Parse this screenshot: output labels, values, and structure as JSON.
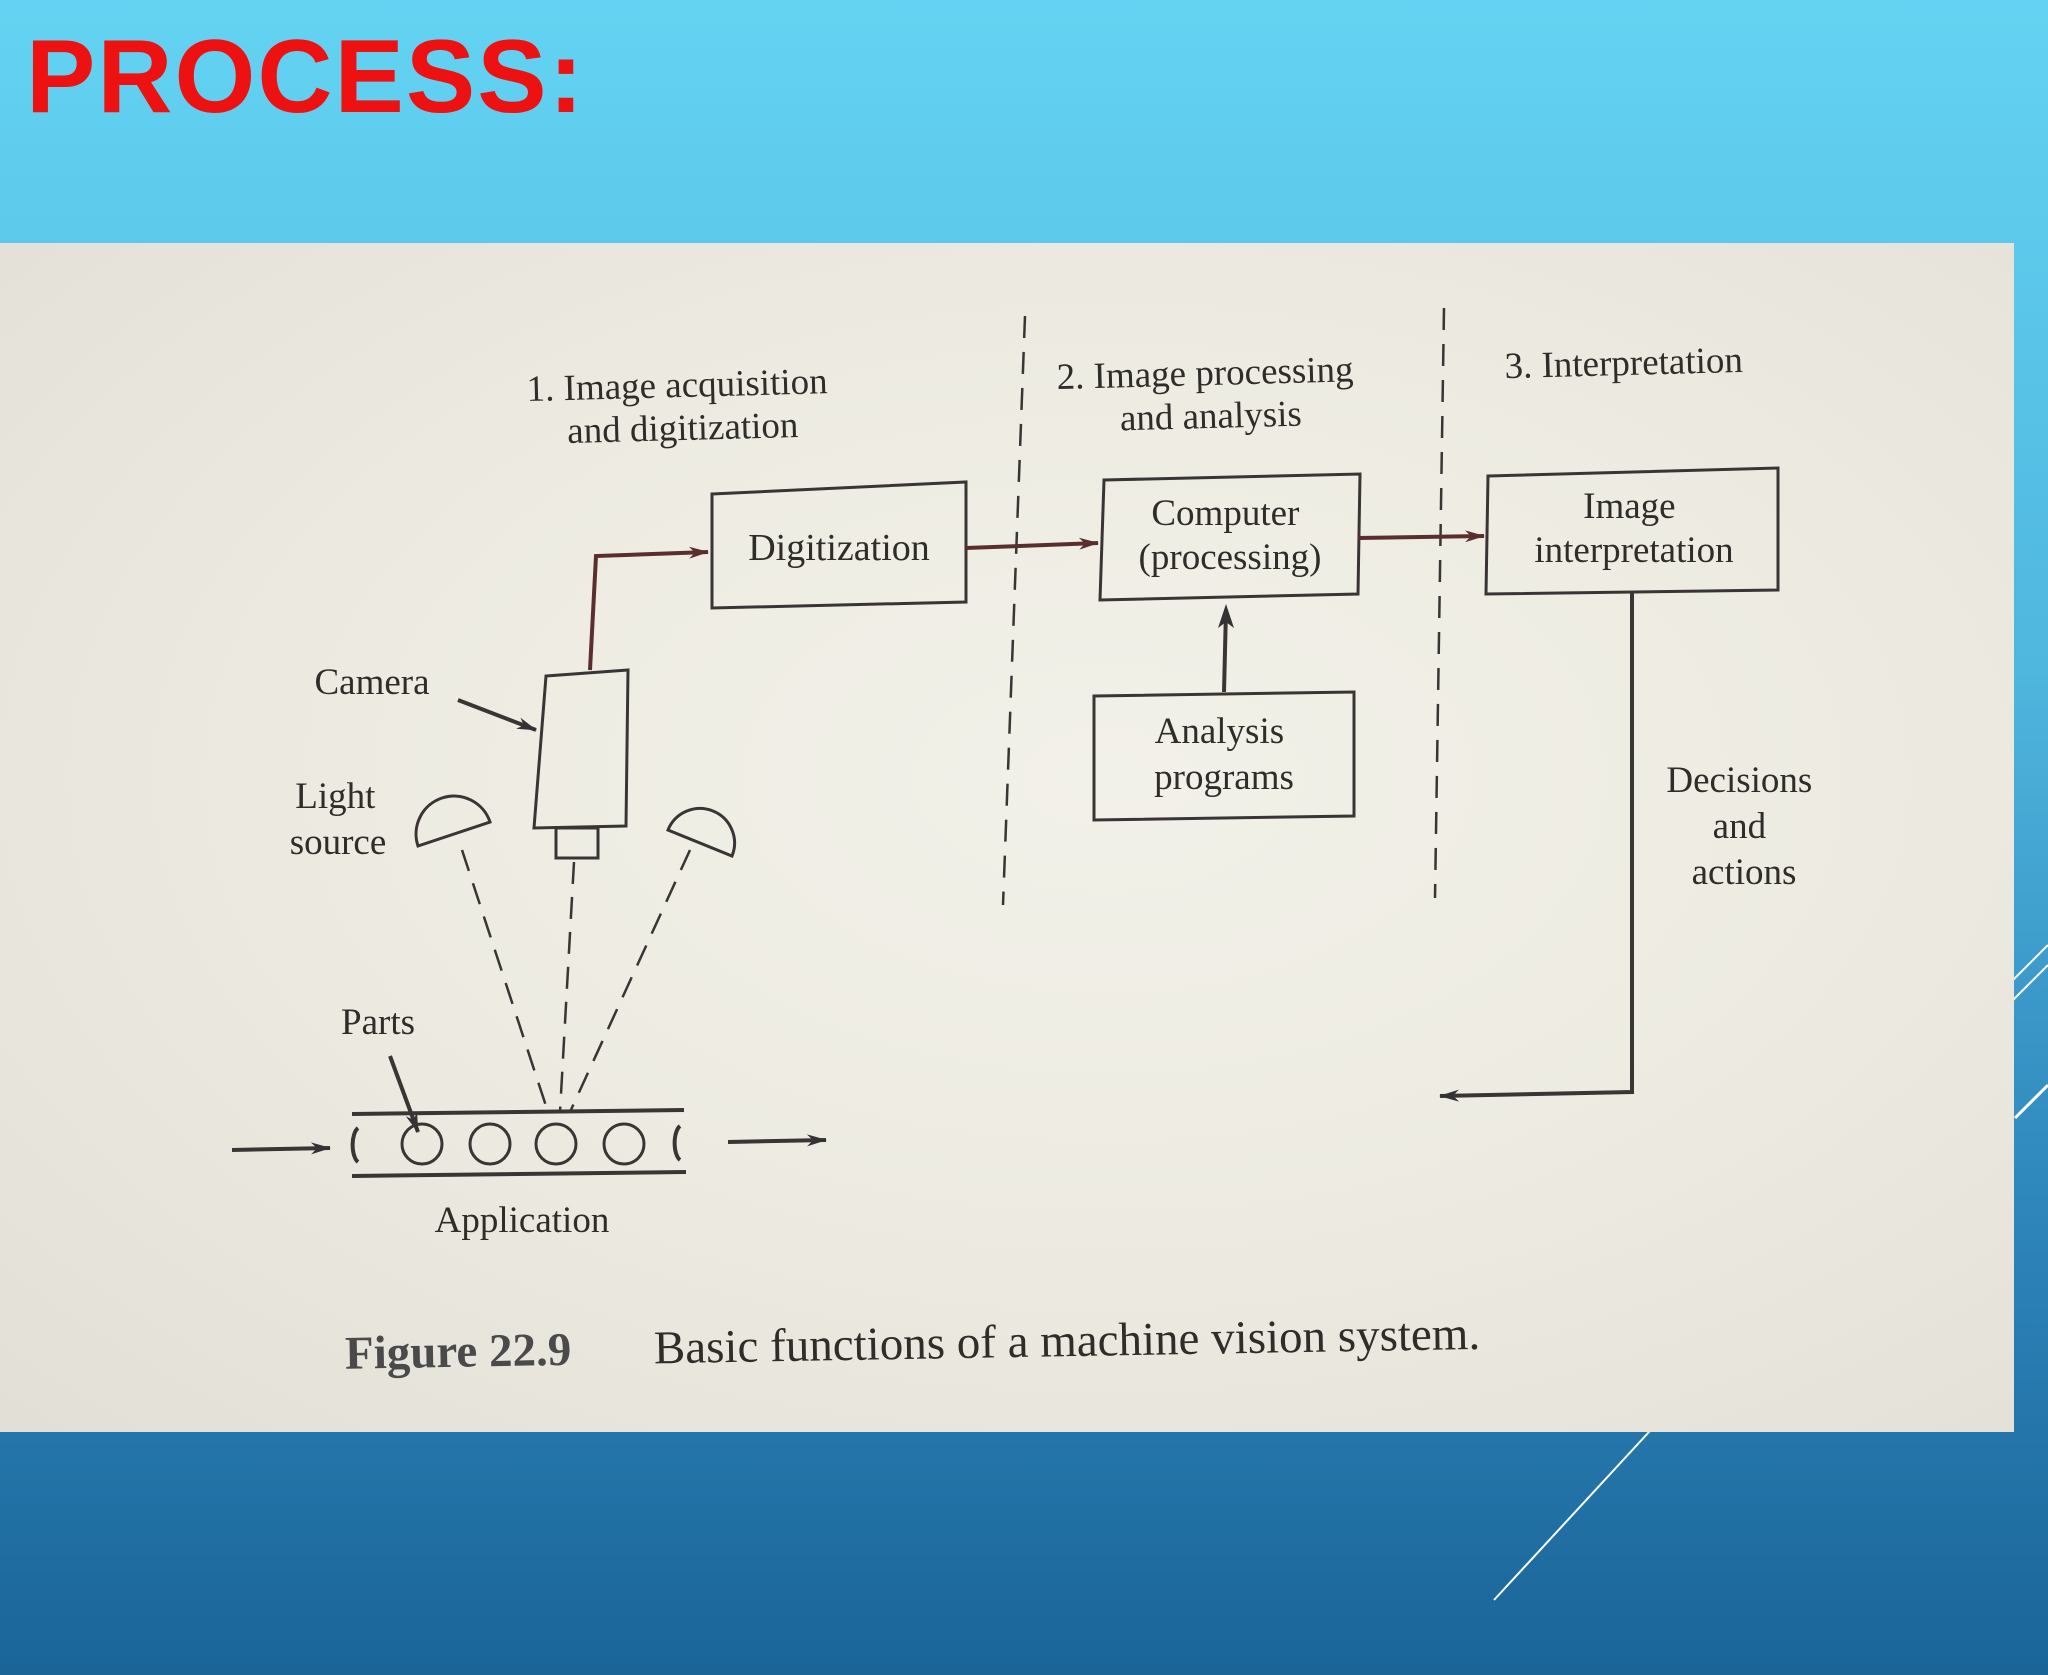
{
  "slide": {
    "title": "PROCESS:"
  },
  "diagram": {
    "stage1": {
      "line1": "1. Image acquisition",
      "line2": "and digitization"
    },
    "stage2": {
      "line1": "2. Image processing",
      "line2": "and analysis"
    },
    "stage3": {
      "line1": "3. Interpretation"
    },
    "boxes": {
      "digitization": "Digitization",
      "computer": {
        "line1": "Computer",
        "line2": "(processing)"
      },
      "interpretation": {
        "line1": "Image",
        "line2": "interpretation"
      },
      "analysis": {
        "line1": "Analysis",
        "line2": "programs"
      }
    },
    "labels": {
      "camera": "Camera",
      "light": {
        "line1": "Light",
        "line2": "source"
      },
      "parts": "Parts",
      "application": "Application",
      "decisions": {
        "line1": "Decisions",
        "line2": "and",
        "line3": "actions"
      }
    },
    "caption": {
      "number": "Figure 22.9",
      "text": "Basic functions of a machine vision system."
    }
  }
}
